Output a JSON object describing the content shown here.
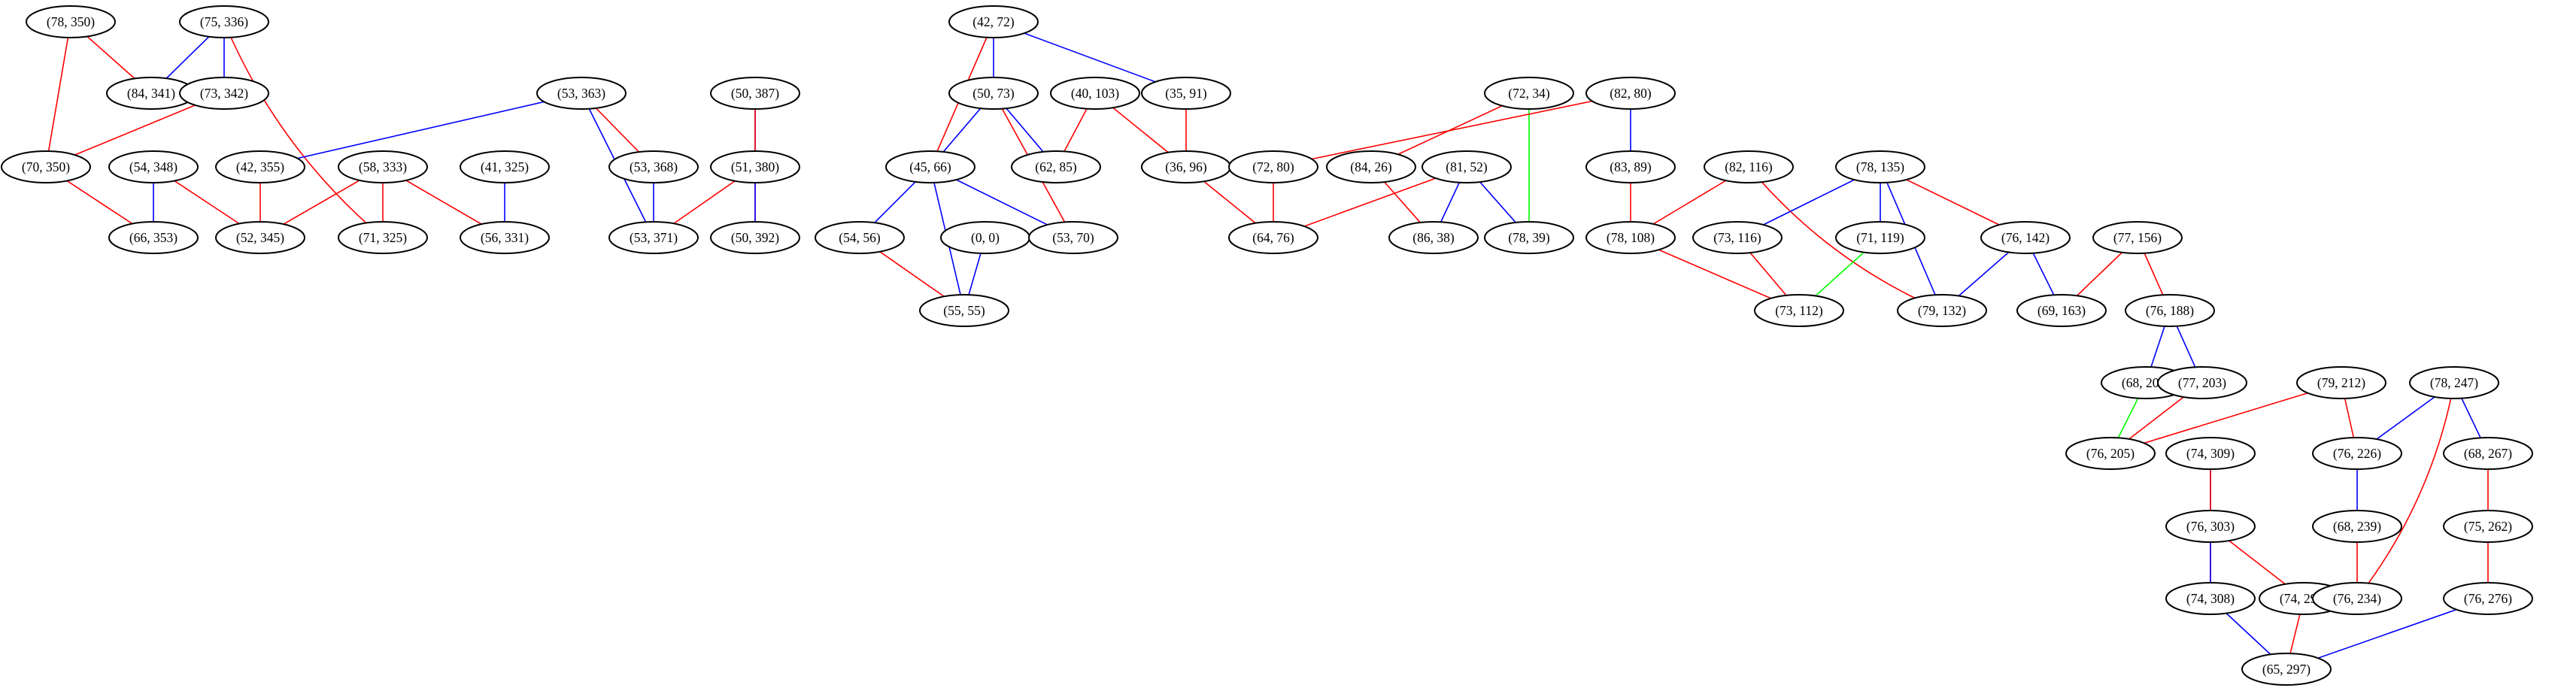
{
  "colors": {
    "red": "#ff0000",
    "blue": "#0000ff",
    "green": "#00ff00"
  },
  "nodes": [
    {
      "id": "n78_350",
      "label": "(78, 350)"
    },
    {
      "id": "n75_336",
      "label": "(75, 336)"
    },
    {
      "id": "n84_341",
      "label": "(84, 341)"
    },
    {
      "id": "n73_342",
      "label": "(73, 342)"
    },
    {
      "id": "n70_350",
      "label": "(70, 350)"
    },
    {
      "id": "n54_348",
      "label": "(54, 348)"
    },
    {
      "id": "n66_353",
      "label": "(66, 353)"
    },
    {
      "id": "n53_363",
      "label": "(53, 363)"
    },
    {
      "id": "n42_355",
      "label": "(42, 355)"
    },
    {
      "id": "n52_345",
      "label": "(52, 345)"
    },
    {
      "id": "n58_333",
      "label": "(58, 333)"
    },
    {
      "id": "n71_325",
      "label": "(71, 325)"
    },
    {
      "id": "n41_325",
      "label": "(41, 325)"
    },
    {
      "id": "n56_331",
      "label": "(56, 331)"
    },
    {
      "id": "n53_368",
      "label": "(53, 368)"
    },
    {
      "id": "n53_371",
      "label": "(53, 371)"
    },
    {
      "id": "n50_387",
      "label": "(50, 387)"
    },
    {
      "id": "n51_380",
      "label": "(51, 380)"
    },
    {
      "id": "n50_392",
      "label": "(50, 392)"
    },
    {
      "id": "n42_72",
      "label": "(42, 72)"
    },
    {
      "id": "n50_73",
      "label": "(50, 73)"
    },
    {
      "id": "n40_103",
      "label": "(40, 103)"
    },
    {
      "id": "n35_91",
      "label": "(35, 91)"
    },
    {
      "id": "n45_66",
      "label": "(45, 66)"
    },
    {
      "id": "n62_85",
      "label": "(62, 85)"
    },
    {
      "id": "n36_96",
      "label": "(36, 96)"
    },
    {
      "id": "n54_56",
      "label": "(54, 56)"
    },
    {
      "id": "n0_0",
      "label": "(0, 0)"
    },
    {
      "id": "n53_70",
      "label": "(53, 70)"
    },
    {
      "id": "n55_55",
      "label": "(55, 55)"
    },
    {
      "id": "n72_34",
      "label": "(72, 34)"
    },
    {
      "id": "n82_80",
      "label": "(82, 80)"
    },
    {
      "id": "n72_80",
      "label": "(72, 80)"
    },
    {
      "id": "n84_26",
      "label": "(84, 26)"
    },
    {
      "id": "n81_52",
      "label": "(81, 52)"
    },
    {
      "id": "n83_89",
      "label": "(83, 89)"
    },
    {
      "id": "n64_76",
      "label": "(64, 76)"
    },
    {
      "id": "n86_38",
      "label": "(86, 38)"
    },
    {
      "id": "n78_39",
      "label": "(78, 39)"
    },
    {
      "id": "n78_108",
      "label": "(78, 108)"
    },
    {
      "id": "n82_116",
      "label": "(82, 116)"
    },
    {
      "id": "n78_135",
      "label": "(78, 135)"
    },
    {
      "id": "n73_116",
      "label": "(73, 116)"
    },
    {
      "id": "n71_119",
      "label": "(71, 119)"
    },
    {
      "id": "n76_142",
      "label": "(76, 142)"
    },
    {
      "id": "n73_112",
      "label": "(73, 112)"
    },
    {
      "id": "n79_132",
      "label": "(79, 132)"
    },
    {
      "id": "n77_156",
      "label": "(77, 156)"
    },
    {
      "id": "n69_163",
      "label": "(69, 163)"
    },
    {
      "id": "n76_188",
      "label": "(76, 188)"
    },
    {
      "id": "n68_200",
      "label": "(68, 200)"
    },
    {
      "id": "n77_203",
      "label": "(77, 203)"
    },
    {
      "id": "n79_212",
      "label": "(79, 212)"
    },
    {
      "id": "n78_247",
      "label": "(78, 247)"
    },
    {
      "id": "n76_205",
      "label": "(76, 205)"
    },
    {
      "id": "n74_309",
      "label": "(74, 309)"
    },
    {
      "id": "n76_226",
      "label": "(76, 226)"
    },
    {
      "id": "n68_267",
      "label": "(68, 267)"
    },
    {
      "id": "n76_303",
      "label": "(76, 303)"
    },
    {
      "id": "n68_239",
      "label": "(68, 239)"
    },
    {
      "id": "n75_262",
      "label": "(75, 262)"
    },
    {
      "id": "n74_290",
      "label": "(74, 290)"
    },
    {
      "id": "n74_308",
      "label": "(74, 308)"
    },
    {
      "id": "n76_234",
      "label": "(76, 234)"
    },
    {
      "id": "n76_276",
      "label": "(76, 276)"
    },
    {
      "id": "n65_297",
      "label": "(65, 297)"
    }
  ],
  "edges": [
    {
      "from": "n78_350",
      "to": "n84_341",
      "color": "red"
    },
    {
      "from": "n78_350",
      "to": "n70_350",
      "color": "red"
    },
    {
      "from": "n75_336",
      "to": "n84_341",
      "color": "blue"
    },
    {
      "from": "n75_336",
      "to": "n73_342",
      "color": "blue"
    },
    {
      "from": "n75_336",
      "to": "n71_325",
      "color": "red"
    },
    {
      "from": "n73_342",
      "to": "n70_350",
      "color": "red"
    },
    {
      "from": "n70_350",
      "to": "n66_353",
      "color": "red"
    },
    {
      "from": "n54_348",
      "to": "n66_353",
      "color": "blue"
    },
    {
      "from": "n54_348",
      "to": "n52_345",
      "color": "red"
    },
    {
      "from": "n53_363",
      "to": "n42_355",
      "color": "blue"
    },
    {
      "from": "n53_363",
      "to": "n53_368",
      "color": "red"
    },
    {
      "from": "n53_363",
      "to": "n53_371",
      "color": "blue"
    },
    {
      "from": "n42_355",
      "to": "n52_345",
      "color": "red"
    },
    {
      "from": "n58_333",
      "to": "n52_345",
      "color": "red"
    },
    {
      "from": "n58_333",
      "to": "n71_325",
      "color": "red"
    },
    {
      "from": "n58_333",
      "to": "n56_331",
      "color": "red"
    },
    {
      "from": "n41_325",
      "to": "n56_331",
      "color": "blue"
    },
    {
      "from": "n53_368",
      "to": "n53_371",
      "color": "blue"
    },
    {
      "from": "n50_387",
      "to": "n51_380",
      "color": "blue"
    },
    {
      "from": "n50_387",
      "to": "n50_392",
      "color": "red"
    },
    {
      "from": "n51_380",
      "to": "n53_371",
      "color": "red"
    },
    {
      "from": "n51_380",
      "to": "n50_392",
      "color": "blue"
    },
    {
      "from": "n42_72",
      "to": "n50_73",
      "color": "blue"
    },
    {
      "from": "n42_72",
      "to": "n35_91",
      "color": "blue"
    },
    {
      "from": "n42_72",
      "to": "n45_66",
      "color": "red"
    },
    {
      "from": "n50_73",
      "to": "n45_66",
      "color": "blue"
    },
    {
      "from": "n50_73",
      "to": "n62_85",
      "color": "blue"
    },
    {
      "from": "n50_73",
      "to": "n53_70",
      "color": "red"
    },
    {
      "from": "n40_103",
      "to": "n62_85",
      "color": "red"
    },
    {
      "from": "n40_103",
      "to": "n36_96",
      "color": "red"
    },
    {
      "from": "n35_91",
      "to": "n36_96",
      "color": "red"
    },
    {
      "from": "n45_66",
      "to": "n54_56",
      "color": "blue"
    },
    {
      "from": "n45_66",
      "to": "n53_70",
      "color": "blue"
    },
    {
      "from": "n45_66",
      "to": "n55_55",
      "color": "blue"
    },
    {
      "from": "n54_56",
      "to": "n55_55",
      "color": "red"
    },
    {
      "from": "n0_0",
      "to": "n55_55",
      "color": "blue"
    },
    {
      "from": "n36_96",
      "to": "n64_76",
      "color": "red"
    },
    {
      "from": "n72_34",
      "to": "n84_26",
      "color": "red"
    },
    {
      "from": "n72_34",
      "to": "n78_39",
      "color": "green"
    },
    {
      "from": "n82_80",
      "to": "n72_80",
      "color": "red"
    },
    {
      "from": "n82_80",
      "to": "n83_89",
      "color": "blue"
    },
    {
      "from": "n72_80",
      "to": "n64_76",
      "color": "red"
    },
    {
      "from": "n84_26",
      "to": "n86_38",
      "color": "red"
    },
    {
      "from": "n81_52",
      "to": "n64_76",
      "color": "red"
    },
    {
      "from": "n81_52",
      "to": "n86_38",
      "color": "blue"
    },
    {
      "from": "n81_52",
      "to": "n78_39",
      "color": "blue"
    },
    {
      "from": "n83_89",
      "to": "n78_108",
      "color": "red"
    },
    {
      "from": "n82_116",
      "to": "n78_108",
      "color": "red"
    },
    {
      "from": "n82_116",
      "to": "n79_132",
      "color": "red"
    },
    {
      "from": "n78_108",
      "to": "n73_112",
      "color": "red"
    },
    {
      "from": "n78_135",
      "to": "n73_116",
      "color": "blue"
    },
    {
      "from": "n78_135",
      "to": "n71_119",
      "color": "blue"
    },
    {
      "from": "n78_135",
      "to": "n76_142",
      "color": "red"
    },
    {
      "from": "n78_135",
      "to": "n79_132",
      "color": "blue"
    },
    {
      "from": "n73_116",
      "to": "n73_112",
      "color": "red"
    },
    {
      "from": "n71_119",
      "to": "n73_112",
      "color": "green"
    },
    {
      "from": "n76_142",
      "to": "n79_132",
      "color": "blue"
    },
    {
      "from": "n76_142",
      "to": "n69_163",
      "color": "blue"
    },
    {
      "from": "n77_156",
      "to": "n69_163",
      "color": "red"
    },
    {
      "from": "n77_156",
      "to": "n76_188",
      "color": "red"
    },
    {
      "from": "n76_188",
      "to": "n68_200",
      "color": "blue"
    },
    {
      "from": "n76_188",
      "to": "n77_203",
      "color": "blue"
    },
    {
      "from": "n68_200",
      "to": "n76_205",
      "color": "green"
    },
    {
      "from": "n77_203",
      "to": "n76_205",
      "color": "red"
    },
    {
      "from": "n79_212",
      "to": "n76_205",
      "color": "red"
    },
    {
      "from": "n79_212",
      "to": "n76_226",
      "color": "red"
    },
    {
      "from": "n78_247",
      "to": "n76_226",
      "color": "blue"
    },
    {
      "from": "n78_247",
      "to": "n68_267",
      "color": "blue"
    },
    {
      "from": "n78_247",
      "to": "n76_234",
      "color": "red"
    },
    {
      "from": "n74_309",
      "to": "n76_303",
      "color": "blue"
    },
    {
      "from": "n74_309",
      "to": "n74_308",
      "color": "red"
    },
    {
      "from": "n76_226",
      "to": "n68_239",
      "color": "blue"
    },
    {
      "from": "n68_267",
      "to": "n75_262",
      "color": "red"
    },
    {
      "from": "n76_303",
      "to": "n74_308",
      "color": "blue"
    },
    {
      "from": "n76_303",
      "to": "n74_290",
      "color": "red"
    },
    {
      "from": "n68_239",
      "to": "n76_234",
      "color": "red"
    },
    {
      "from": "n75_262",
      "to": "n76_276",
      "color": "red"
    },
    {
      "from": "n74_290",
      "to": "n65_297",
      "color": "red"
    },
    {
      "from": "n74_308",
      "to": "n65_297",
      "color": "blue"
    },
    {
      "from": "n76_276",
      "to": "n65_297",
      "color": "blue"
    }
  ]
}
